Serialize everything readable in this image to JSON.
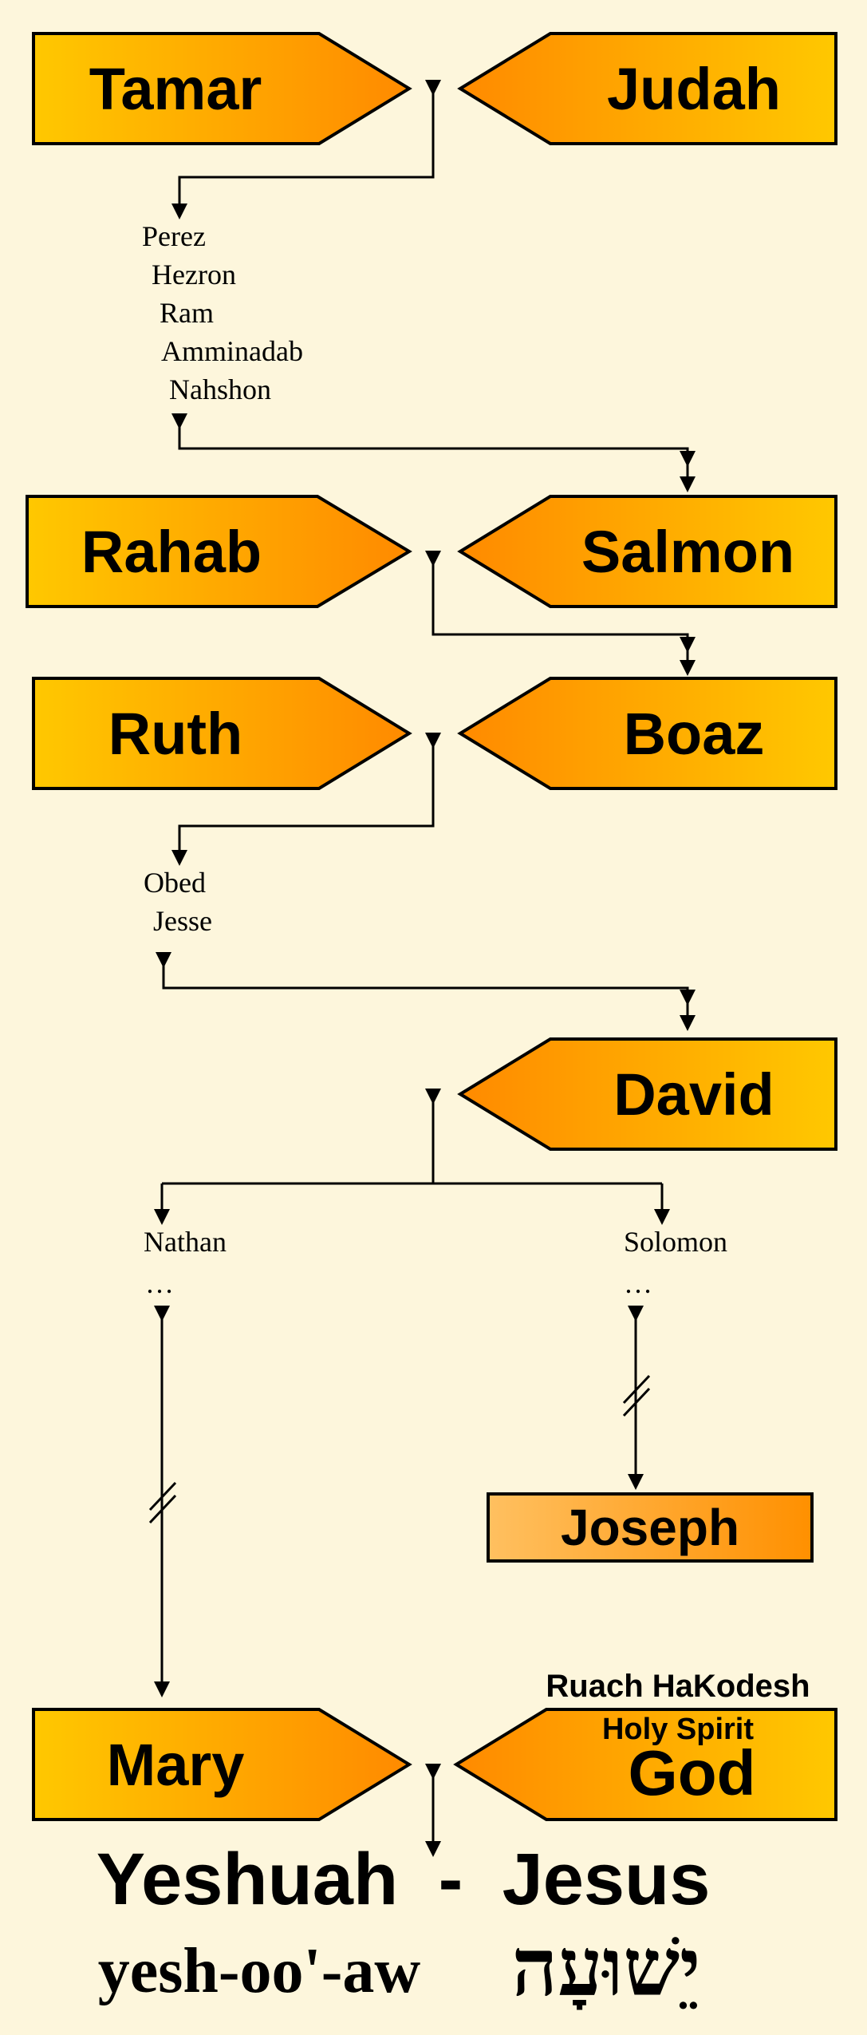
{
  "couples": {
    "tamar": "Tamar",
    "judah": "Judah",
    "rahab": "Rahab",
    "salmon": "Salmon",
    "ruth": "Ruth",
    "boaz": "Boaz",
    "david": "David",
    "joseph": "Joseph",
    "mary": "Mary",
    "god": "God"
  },
  "generations_1": [
    "Perez",
    "Hezron",
    "Ram",
    "Amminadab",
    "Nahshon"
  ],
  "generations_2": [
    "Obed",
    "Jesse"
  ],
  "branches": {
    "nathan": "Nathan",
    "nathan_ellipsis": "…",
    "solomon": "Solomon",
    "solomon_ellipsis": "…"
  },
  "spirit": {
    "hebrew_name": "Ruach HaKodesh",
    "english_name": "Holy Spirit"
  },
  "result": {
    "name": "Yeshuah",
    "dash": "-",
    "english": "Jesus",
    "pronunciation": "yesh-oo'-aw",
    "hebrew": "יֵשׁוּעָה"
  },
  "colors": {
    "box_light": "#ffc800",
    "box_dark": "#ff8a00",
    "joseph_light": "#ffc060",
    "joseph_dark": "#ff9000",
    "line": "#000000",
    "background": "#fdf6dc"
  }
}
